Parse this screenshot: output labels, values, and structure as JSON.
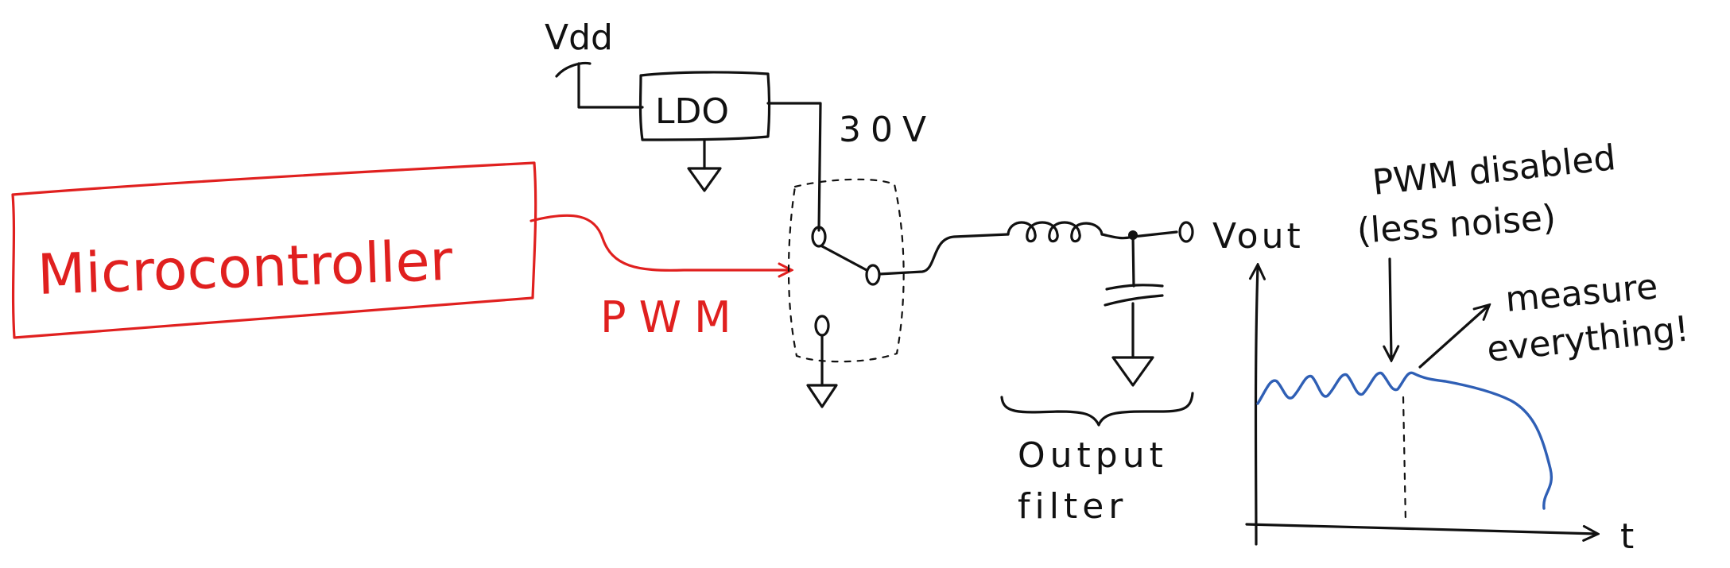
{
  "colors": {
    "ink": "#111111",
    "control": "#e0201f",
    "waveform": "#2f5fb5"
  },
  "labels": {
    "vdd": "Vdd",
    "ldo": "LDO",
    "ldo_out": "30V",
    "microcontroller": "Microcontroller",
    "pwm": "PWM",
    "vout": "Vout",
    "output_filter_line1": "Output",
    "output_filter_line2": "filter",
    "pwm_disabled_line1": "PWM disabled",
    "pwm_disabled_line2": "(less noise)",
    "measure_line1": "measure",
    "measure_line2": "everything!",
    "t_axis": "t"
  },
  "icons": {
    "ldo_ground": "ground-icon",
    "switch_ground": "ground-icon",
    "cap_ground": "ground-icon",
    "inductor": "inductor-icon",
    "capacitor": "capacitor-icon",
    "switch": "spdt-switch-icon"
  }
}
